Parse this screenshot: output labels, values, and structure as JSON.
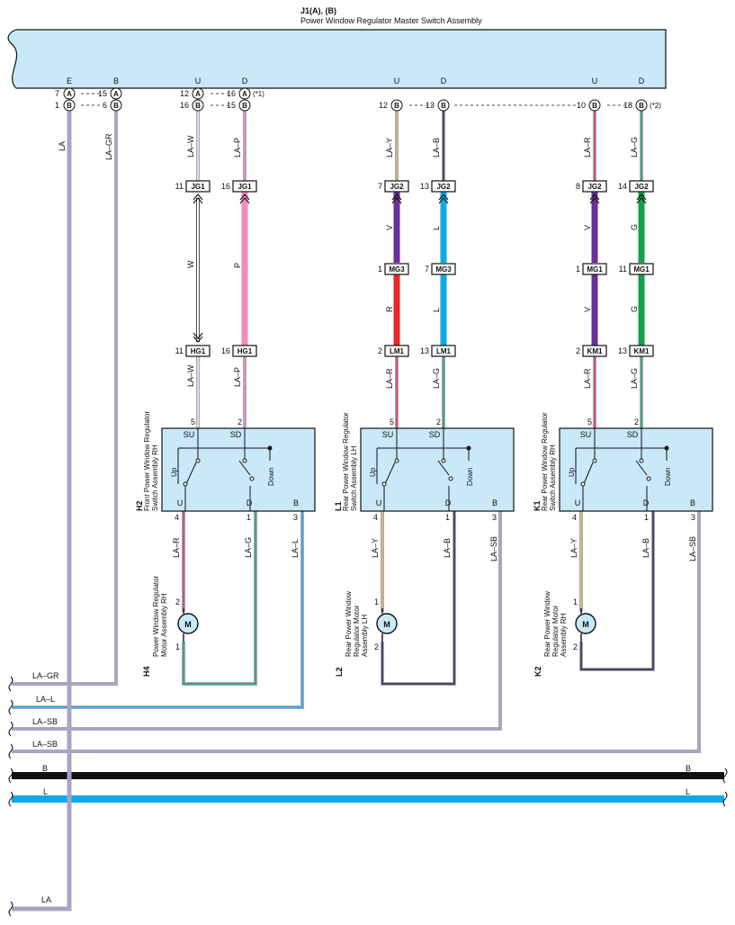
{
  "header": {
    "ref": "J1(A), (B)",
    "title": "Power Window Regulator Master Switch Assembly",
    "pin_names": [
      "E",
      "B",
      "U",
      "D",
      "U",
      "D",
      "U",
      "D"
    ]
  },
  "master_pins": {
    "row_a": [
      {
        "num": "7",
        "conn": "A"
      },
      {
        "num": "15",
        "conn": "A"
      },
      {
        "num": "12",
        "conn": "A"
      },
      {
        "num": "16",
        "conn": "A"
      }
    ],
    "row_a_note": "(*1)",
    "row_b": [
      {
        "num": "1",
        "conn": "B"
      },
      {
        "num": "6",
        "conn": "B"
      },
      {
        "num": "16",
        "conn": "B"
      },
      {
        "num": "15",
        "conn": "B"
      },
      {
        "num": "12",
        "conn": "B"
      },
      {
        "num": "13",
        "conn": "B"
      },
      {
        "num": "10",
        "conn": "B"
      },
      {
        "num": "18",
        "conn": "B"
      }
    ],
    "row_b_note": "(*2)"
  },
  "wire_labels": {
    "la": "LA",
    "la_gr": "LA–GR",
    "c1_top": "LA–W",
    "c1_mid": "W",
    "c1_bot": "LA–W",
    "c2_top": "LA–P",
    "c2_mid": "P",
    "c2_bot": "LA–P",
    "c3_top": "LA–Y",
    "c3_mid1": "V",
    "c3_mid2": "R",
    "c3_bot": "LA–R",
    "c4_top": "LA–B",
    "c4_mid1": "L",
    "c4_mid2": "L",
    "c4_bot": "LA–G",
    "c5_top": "LA–R",
    "c5_mid1": "V",
    "c5_mid2": "V",
    "c5_bot": "LA–R",
    "c6_top": "LA–G",
    "c6_mid1": "G",
    "c6_mid2": "G",
    "c6_bot": "LA–G"
  },
  "connectors": {
    "c1": {
      "top_pin": "11",
      "top": "JG1",
      "bot_pin": "11",
      "bot": "HG1"
    },
    "c2": {
      "top_pin": "16",
      "top": "JG1",
      "bot_pin": "16",
      "bot": "HG1"
    },
    "c3": {
      "top_pin": "7",
      "top": "JG2",
      "mid_pin": "1",
      "mid": "MG3",
      "bot_pin": "2",
      "bot": "LM1"
    },
    "c4": {
      "top_pin": "13",
      "top": "JG2",
      "mid_pin": "7",
      "mid": "MG3",
      "bot_pin": "13",
      "bot": "LM1"
    },
    "c5": {
      "top_pin": "8",
      "top": "JG2",
      "mid_pin": "1",
      "mid": "MG1",
      "bot_pin": "2",
      "bot": "KM1"
    },
    "c6": {
      "top_pin": "14",
      "top": "JG2",
      "mid_pin": "11",
      "mid": "MG1",
      "bot_pin": "13",
      "bot": "KM1"
    }
  },
  "switches": [
    {
      "ref": "H2",
      "name": "Front Power Window Regulator Switch Assembly RH",
      "pin_in_l": "5",
      "pin_in_r": "2",
      "su": "SU",
      "sd": "SD",
      "up": "Up",
      "down": "Down",
      "u": "U",
      "d": "D",
      "b": "B",
      "pin_u": "4",
      "pin_d": "1",
      "pin_b": "3",
      "w_u": "LA–R",
      "w_d": "LA–G",
      "w_b": "LA–L"
    },
    {
      "ref": "L1",
      "name": "Rear Power Window Regulator Switch Assembly LH",
      "pin_in_l": "5",
      "pin_in_r": "2",
      "su": "SU",
      "sd": "SD",
      "up": "Up",
      "down": "Down",
      "u": "U",
      "d": "D",
      "b": "B",
      "pin_u": "4",
      "pin_d": "1",
      "pin_b": "3",
      "w_u": "LA–Y",
      "w_d": "LA–B",
      "w_b": "LA–SB"
    },
    {
      "ref": "K1",
      "name": "Rear Power Window Regulator Switch Assembly RH",
      "pin_in_l": "5",
      "pin_in_r": "2",
      "su": "SU",
      "sd": "SD",
      "up": "Up",
      "down": "Down",
      "u": "U",
      "d": "D",
      "b": "B",
      "pin_u": "4",
      "pin_d": "1",
      "pin_b": "3",
      "w_u": "LA–Y",
      "w_d": "LA–B",
      "w_b": "LA–SB"
    }
  ],
  "motors": [
    {
      "ref": "H4",
      "name1": "Power Window Regulator",
      "name2": "Motor Assembly RH",
      "pin_top": "2",
      "pin_bot": "1",
      "symbol": "M"
    },
    {
      "ref": "L2",
      "name1": "Rear Power Window",
      "name2": "Regulator Motor",
      "name3": "Assembly LH",
      "pin_top": "1",
      "pin_bot": "2",
      "symbol": "M"
    },
    {
      "ref": "K2",
      "name1": "Rear Power Window",
      "name2": "Regulator Motor",
      "name3": "Assembly RH",
      "pin_top": "1",
      "pin_bot": "2",
      "symbol": "M"
    }
  ],
  "buses": {
    "la_gr": "LA–GR",
    "la_l": "LA–L",
    "la_sb1": "LA–SB",
    "la_sb2": "LA–SB",
    "b": "B",
    "l": "L",
    "la": "LA"
  },
  "colors": {
    "la_gray": "#a6a6c2",
    "body_fill": "#c9e9f8",
    "purple": "#6a2f9a",
    "red": "#e8252a",
    "blue": "#12a8e6",
    "green": "#12a14b",
    "pink": "#f08bbf",
    "yellow": "#f4c430",
    "black": "#111111"
  }
}
